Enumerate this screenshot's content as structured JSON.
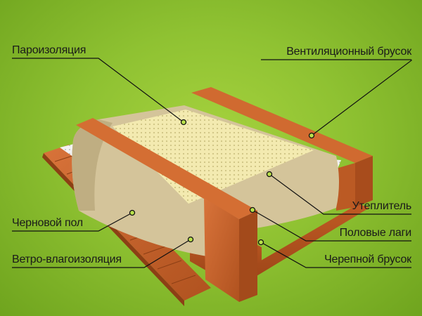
{
  "diagram": {
    "labels": {
      "vapor_barrier": "Пароизоляция",
      "vent_bar": "Вентиляционный брусок",
      "insulation": "Утеплитель",
      "floor_joists": "Половые лаги",
      "rough_floor": "Черновой пол",
      "cranial_bar": "Черепной брусок",
      "wind_moisture_barrier": "Ветро-влагоизоляция"
    },
    "colors": {
      "background": "#8fc232",
      "wood": "#c8642c",
      "insulation": "#d8c89a",
      "vapor_barrier": "#f3eab0",
      "membrane": "#f2f2f2"
    }
  }
}
